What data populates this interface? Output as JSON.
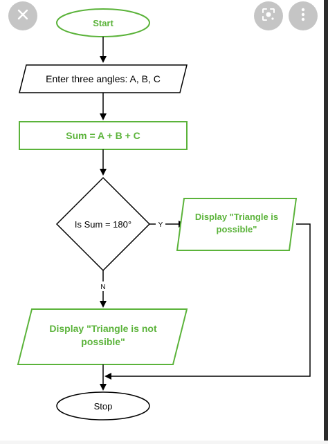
{
  "overlay": {
    "close_icon": "close-icon",
    "lens_icon": "lens-icon",
    "more_icon": "more-vertical-icon"
  },
  "flowchart": {
    "start": "Start",
    "input": "Enter three angles: A, B, C",
    "process": "Sum = A + B + C",
    "decision": "Is Sum = 180°",
    "yes_label": "Y",
    "no_label": "N",
    "output_yes_line1": "Display \"Triangle is",
    "output_yes_line2": "possible\"",
    "output_no_line1": "Display \"Triangle is not",
    "output_no_line2": "possible\"",
    "stop": "Stop"
  },
  "colors": {
    "accent_green": "#5bb33a",
    "line": "#000000"
  }
}
